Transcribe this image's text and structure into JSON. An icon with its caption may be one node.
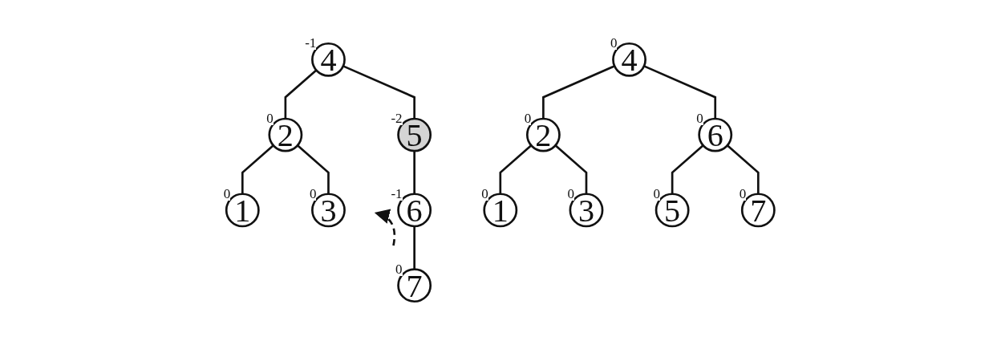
{
  "diagram": {
    "nodes": [
      {
        "text": [
          "4"
        ],
        "beside": [
          "-1"
        ]
      },
      {
        "text": [
          "2"
        ],
        "beside": [
          "0"
        ]
      },
      {
        "text": [
          "5"
        ],
        "beside": [
          "-2"
        ]
      },
      {
        "text": [
          "1"
        ],
        "beside": [
          "0"
        ]
      },
      {
        "text": [
          "3"
        ],
        "beside": [
          "0"
        ]
      },
      {
        "text": [
          "6"
        ],
        "beside": [
          "-1"
        ]
      },
      {
        "text": [
          "7"
        ],
        "beside": [
          "0"
        ]
      },
      {
        "text": [
          "4"
        ],
        "beside": [
          "0"
        ]
      },
      {
        "text": [
          "2"
        ],
        "beside": [
          "0"
        ]
      },
      {
        "text": [
          "6"
        ],
        "beside": [
          "0"
        ]
      },
      {
        "text": [
          "1"
        ],
        "beside": [
          "0"
        ]
      },
      {
        "text": [
          "3"
        ],
        "beside": [
          "0"
        ]
      },
      {
        "text": [
          "5"
        ],
        "beside": [
          "0"
        ]
      },
      {
        "text": [
          "7"
        ],
        "beside": [
          "0"
        ]
      }
    ],
    "edges": [
      {
        "from": 0,
        "to": 1,
        "arrow": "none"
      },
      {
        "from": 0,
        "to": 2,
        "arrow": "none"
      },
      {
        "from": 1,
        "to": 3,
        "arrow": "none"
      },
      {
        "from": 1,
        "to": 4,
        "arrow": "none"
      },
      {
        "from": 2,
        "to": 5,
        "arrow": "none"
      },
      {
        "from": 5,
        "to": 6,
        "arrow": "none"
      },
      {
        "from": 7,
        "to": 8,
        "arrow": "none"
      },
      {
        "from": 7,
        "to": 9,
        "arrow": "none"
      },
      {
        "from": 8,
        "to": 10,
        "arrow": "none"
      },
      {
        "from": 8,
        "to": 11,
        "arrow": "none"
      },
      {
        "from": 9,
        "to": 12,
        "arrow": "none"
      },
      {
        "from": 9,
        "to": 13,
        "arrow": "none"
      }
    ]
  }
}
